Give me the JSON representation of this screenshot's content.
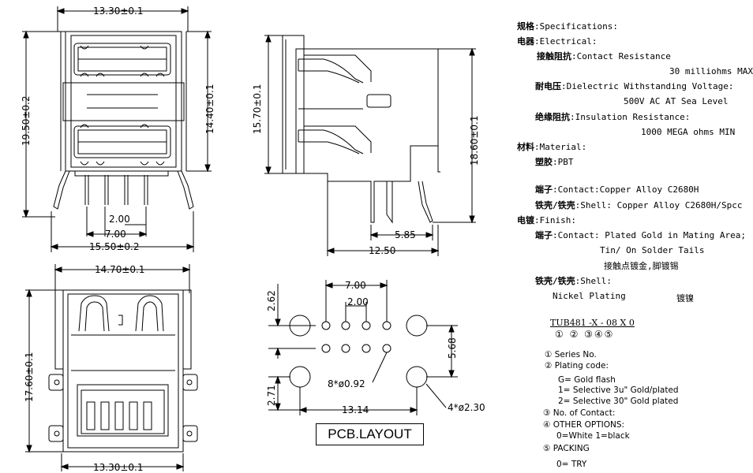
{
  "dims": {
    "top_width": "13.30±0.1",
    "left_height": "19.50±0.2",
    "inner_height": "14.40±0.1",
    "pin_pitch": "2.00",
    "pin_span": "7.00",
    "base_width": "15.50±0.2",
    "side_height_left": "15.70±0.1",
    "side_height_right": "18.60±0.1",
    "side_pin_offset": "5.85",
    "side_depth": "12.50",
    "front_width": "14.70±0.1",
    "front_height": "17.60±0.1",
    "front_base_width": "13.30±0.1",
    "pcb_span": "7.00",
    "pcb_pitch": "2.00",
    "pcb_row_offset": "2.62",
    "pcb_right_offset": "5.68",
    "pcb_bottom_offset": "2.71",
    "pcb_hole_span": "13.14",
    "pcb_small_holes": "8*ø0.92",
    "pcb_big_holes": "4*ø2.30"
  },
  "pcb_label": "PCB.LAYOUT",
  "specs": [
    {
      "cn": "规格",
      "en": ":Specifications:"
    },
    {
      "cn": "电器",
      "en": ":Electrical:"
    },
    {
      "cn": "接触阻抗",
      "en": ":Contact Resistance"
    },
    {
      "cn": "",
      "en": "30 milliohms MAX"
    },
    {
      "cn": "耐电压",
      "en": ":Dielectric Withstanding Voltage:"
    },
    {
      "cn": "",
      "en": "500V AC AT Sea Level"
    },
    {
      "cn": "绝缘阻抗",
      "en": ":Insulation Resistance:"
    },
    {
      "cn": "",
      "en": "1000 MEGA ohms MIN"
    },
    {
      "cn": "材料",
      "en": ":Material:"
    },
    {
      "cn": "塑胶",
      "en": ":PBT"
    },
    {
      "cn": "端子",
      "en": ":Contact:Copper Alloy  C2680H"
    },
    {
      "cn": "铁壳/铁壳",
      "en": ":Shell: Copper Alloy  C2680H/Spcc"
    },
    {
      "cn": "电镀",
      "en": ":Finish:"
    },
    {
      "cn": "端子",
      "en": ":Contact: Plated Gold in Mating Area;"
    },
    {
      "cn": "",
      "en": "Tin/ On Solder Tails"
    },
    {
      "cn": "",
      "en": "接触点镀金,脚镀锡"
    },
    {
      "cn": "铁壳/铁壳",
      "en": ":Shell:"
    },
    {
      "cn": "",
      "en": "Nickel Plating"
    },
    {
      "cn": "",
      "en": "镀镍"
    }
  ],
  "part_number": {
    "code": "TUB481 -X - 08 X  0",
    "markers": "①    ②  ③④⑤"
  },
  "legend": [
    "① Series No.",
    "② Plating code:",
    "G=   Gold flash",
    "1= Selective 3u\" Gold/plated",
    "2= Selective 30\" Gold plated",
    "③ No. of Contact:",
    "④ OTHER OPTIONS:",
    "0=White   1=black",
    "⑤ PACKING",
    "0= TRY"
  ]
}
